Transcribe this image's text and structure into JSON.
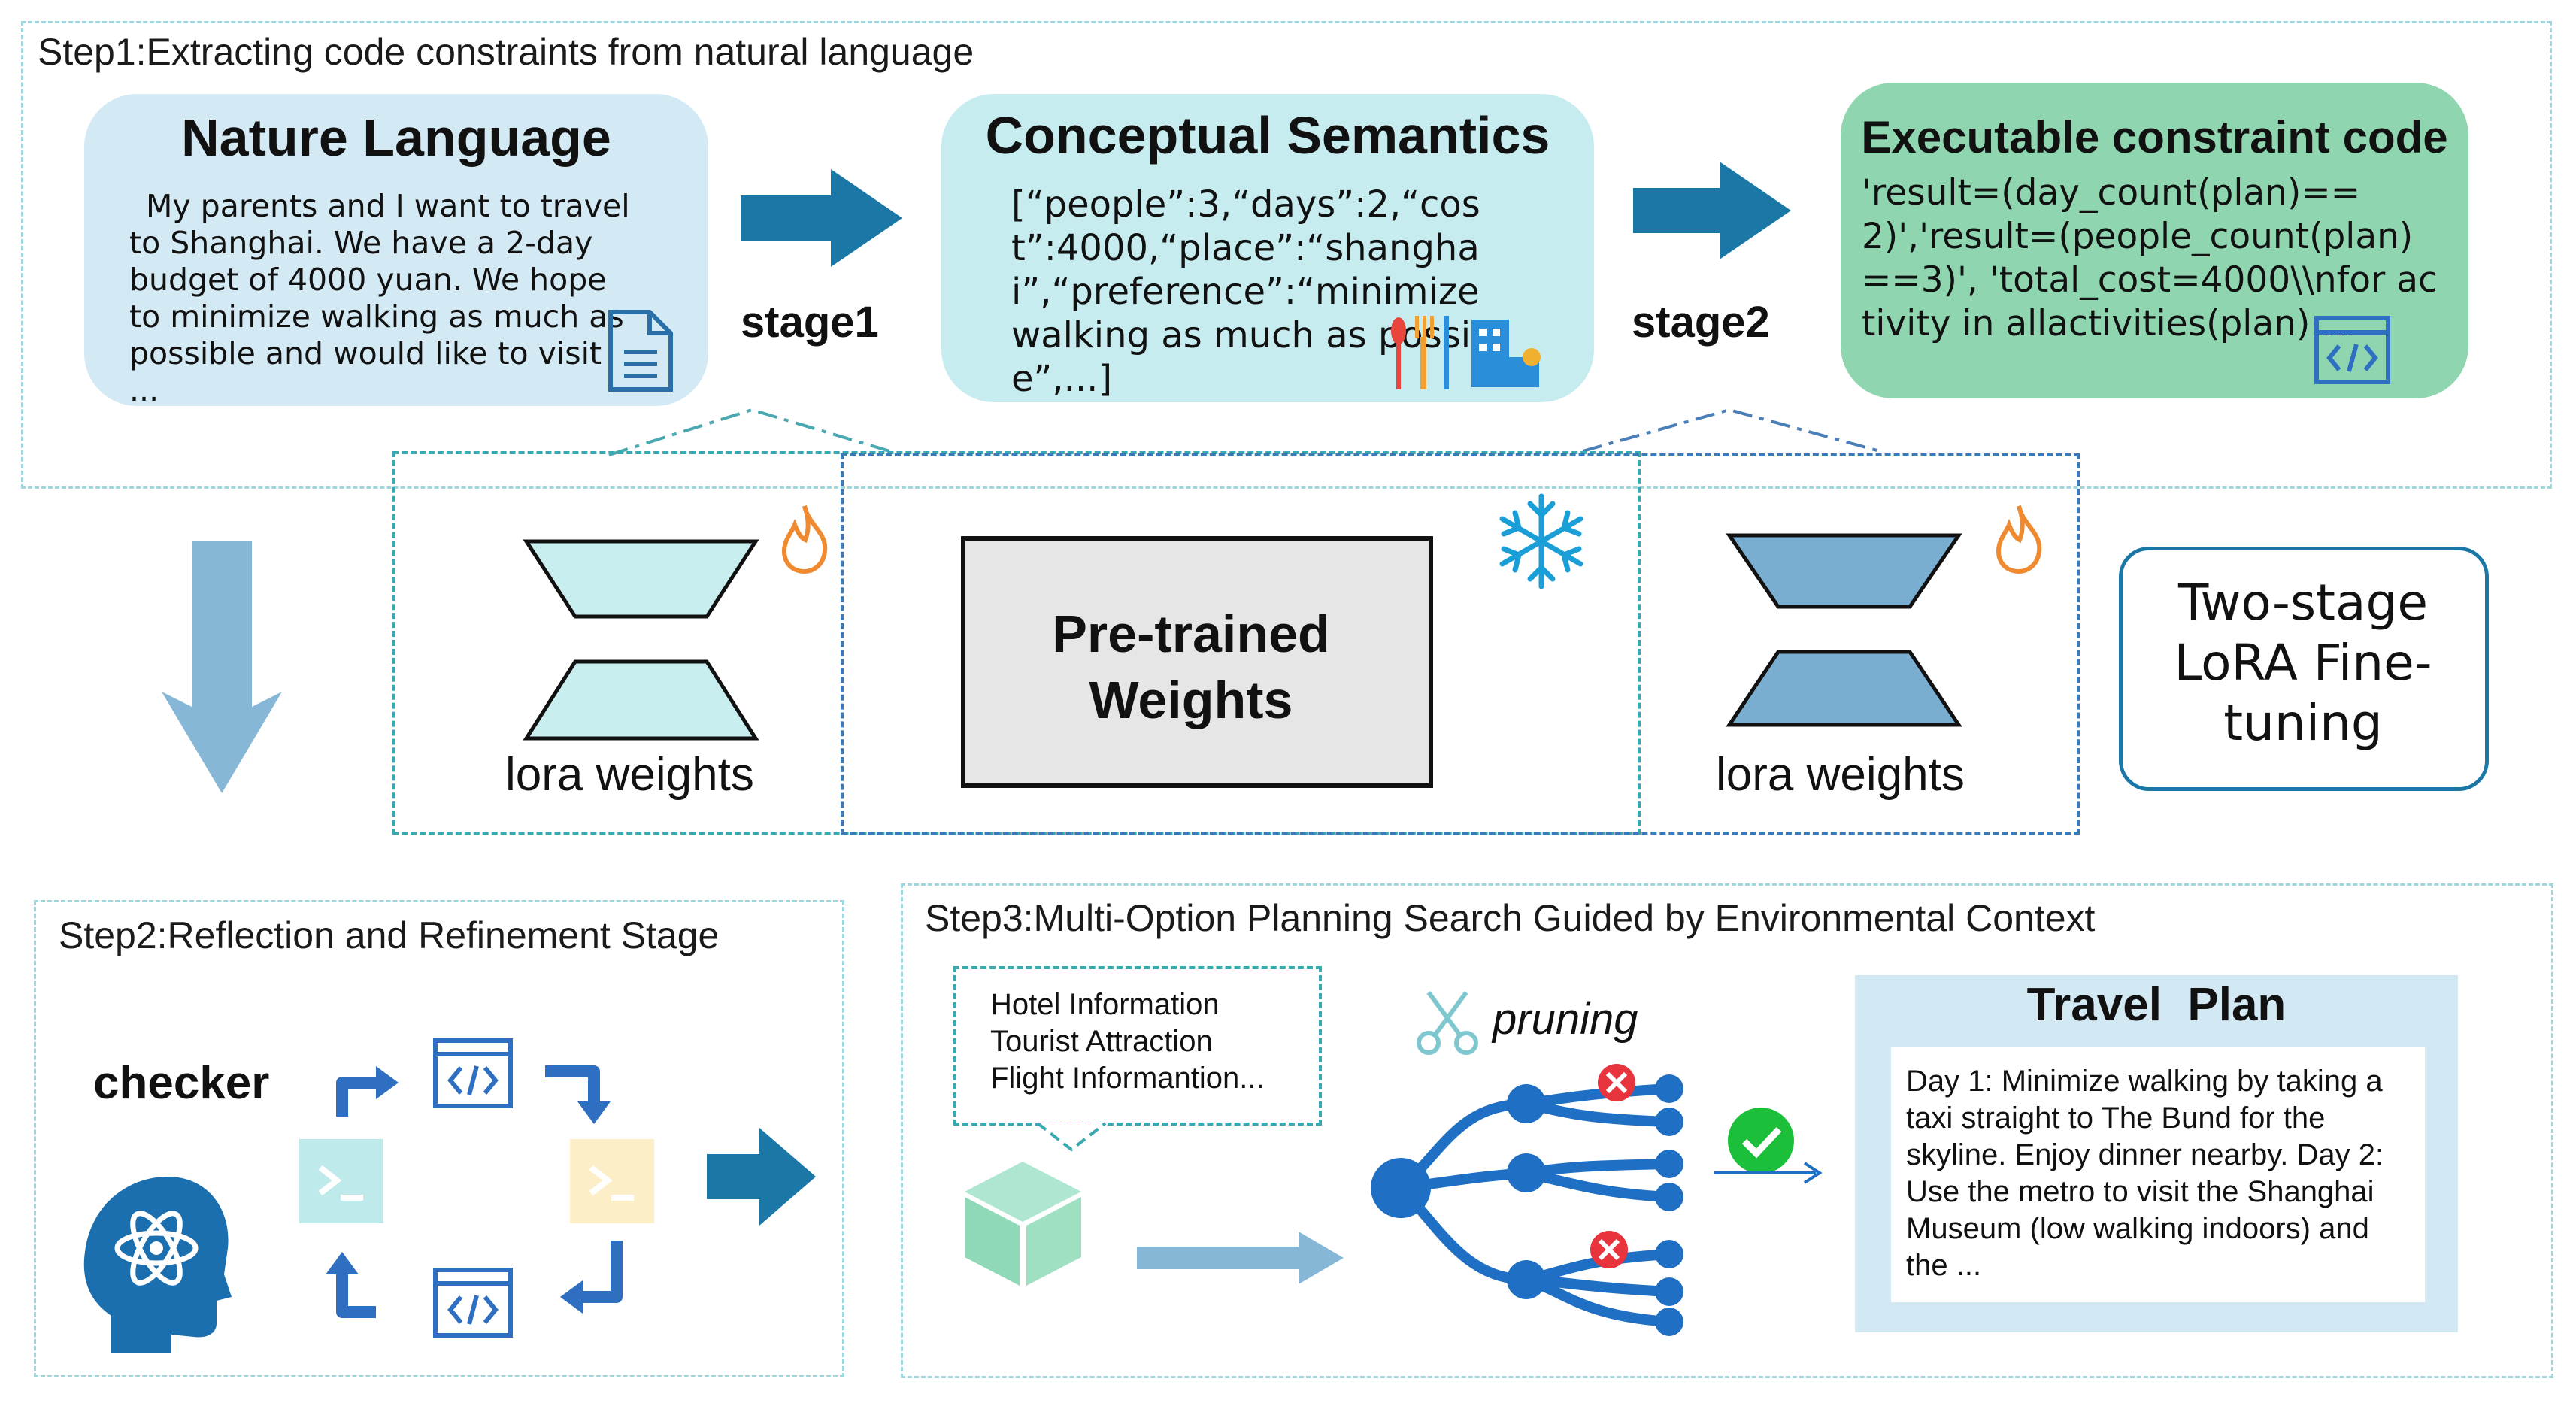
{
  "step1": {
    "title": "Step1:Extracting code constraints from natural language",
    "nl_card": {
      "title": "Nature Language",
      "text": "My parents and I want to travel to Shanghai. We have a 2-day budget of 4000 yuan. We hope to minimize walking as much as possible and would like to visit ..."
    },
    "cs_card": {
      "title": "Conceptual Semantics",
      "text": "[“people”:3,“days”:2,“cost”:4000,“place”:“shanghai”,“preference”:“minimize walking as much as possible”,...]"
    },
    "code_card": {
      "title": "Executable constraint code",
      "text": "'result=(day_count(plan)==2)','result=(people_count(plan)==3)', 'total_cost=4000\\\\nfor activity in allactivities(plan):..."
    },
    "stage1_label": "stage1",
    "stage2_label": "stage2"
  },
  "lora": {
    "left_label": "lora weights",
    "right_label": "lora weights",
    "pretrained_label": "Pre-trained Weights",
    "two_stage_label": "Two-stage LoRA Fine-tuning"
  },
  "step2": {
    "title": "Step2:Reflection and Refinement Stage",
    "checker_label": "checker"
  },
  "step3": {
    "title": "Step3:Multi-Option Planning Search Guided by Environmental Context",
    "env_info": [
      "Hotel Information",
      "Tourist Attraction",
      "Flight Informantion..."
    ],
    "pruning_label": "pruning",
    "travel_plan": {
      "title": "Travel  Plan",
      "text": "Day 1: Minimize walking by taking a taxi straight to The Bund for the skyline. Enjoy dinner nearby. Day 2: Use the metro to visit the Shanghai Museum (low walking indoors) and the ..."
    }
  },
  "colors": {
    "nl_card": "#d3e9f4",
    "cs_card": "#c7ecef",
    "code_card": "#8fd6b0",
    "arrow": "#1b78a6",
    "lora_left": "#c9eef0",
    "lora_right": "#7aaed1",
    "down_arrow": "#86b7d6",
    "travel_plan_bg": "#d2e8f3"
  }
}
